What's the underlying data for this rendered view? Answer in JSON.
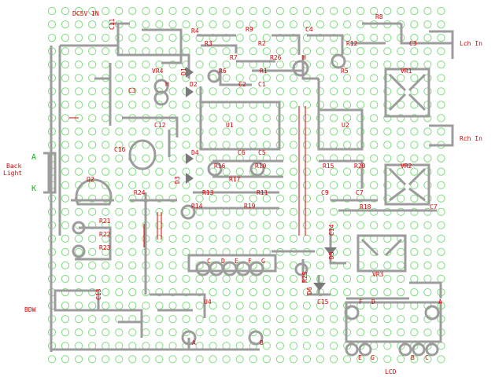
{
  "colors": {
    "background": "#ffffff",
    "pad": "#7fdc7f",
    "trace": "#9c9c9c",
    "label": "#e00000",
    "accent_green": "#00c000"
  },
  "labels": {
    "dc5v_in": "DC5V IN",
    "c11": "C11",
    "r4": "R4",
    "r9": "R9",
    "c4": "C4",
    "r8": "R8",
    "r3": "R3",
    "r2": "R2",
    "r12": "R12",
    "c3": "C3",
    "lch_in": "Lch In",
    "r7": "R7",
    "r26": "R26",
    "h_top": "H",
    "vr4": "VR4",
    "d1": "D1",
    "r6": "R6",
    "r1": "R1",
    "r5": "R5",
    "vr1": "VR1",
    "c3b": "C3",
    "d2": "D2",
    "c2": "C2",
    "c1": "C1",
    "h_mid": "H",
    "c12": "C12",
    "u1": "U1",
    "u2": "U2",
    "rch_in": "Rch In",
    "c16": "C16",
    "d4": "D4",
    "c6": "C6",
    "c5": "C5",
    "back_light_1": "Back",
    "back_light_2": "Light",
    "a_green": "A",
    "k_green": "K",
    "d3": "D3",
    "r16": "R16",
    "r10": "R10",
    "r15": "R15",
    "r20": "R20",
    "vr2": "VR2",
    "r17": "R17",
    "q2": "Q2",
    "r24": "R24",
    "r13": "R13",
    "r11": "R11",
    "c9": "C9",
    "c7": "C7",
    "r14": "R14",
    "r19": "R19",
    "r18": "R18",
    "c7b": "C7",
    "r21": "R21",
    "r22": "R22",
    "c14": "C14",
    "r23": "R23",
    "d5": "D5",
    "c": "C",
    "d": "D",
    "e": "E",
    "f": "F",
    "g": "G",
    "r25": "R25",
    "vr3": "VR3",
    "d6": "D6",
    "c13": "C13",
    "u4": "U4",
    "c15": "C15",
    "f_bottom": "F",
    "d_bottom": "D",
    "a_right": "A",
    "bdw": "BDW",
    "a_bottom": "A",
    "b_bottom": "B",
    "e_lcd": "E",
    "g_lcd": "G",
    "b_lcd": "B",
    "c_lcd": "C",
    "lcd": "LCD"
  }
}
